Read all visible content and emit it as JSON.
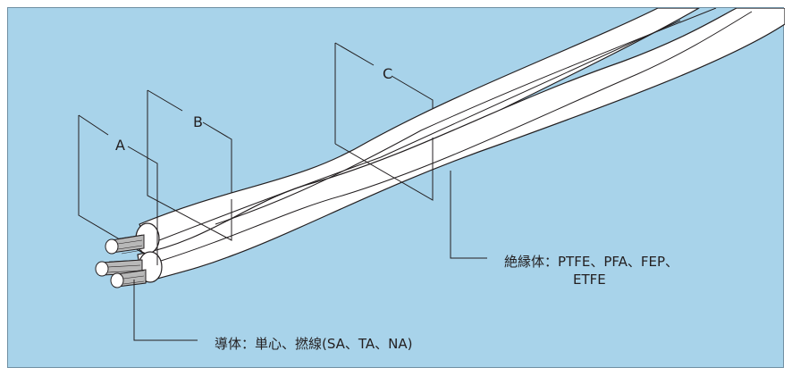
{
  "planes": [
    {
      "id": "A",
      "label": "A"
    },
    {
      "id": "B",
      "label": "B"
    },
    {
      "id": "C",
      "label": "C"
    }
  ],
  "insulation": {
    "line1": "絶縁体：PTFE、PFA、FEP、",
    "line2": "ETFE"
  },
  "conductor": {
    "label": "導体：単心、撚線(SA、TA、NA)"
  },
  "colors": {
    "background": "#a8d3ea",
    "wire": "#ffffff",
    "outline": "#231f20",
    "strand": "#b8b8b8"
  }
}
